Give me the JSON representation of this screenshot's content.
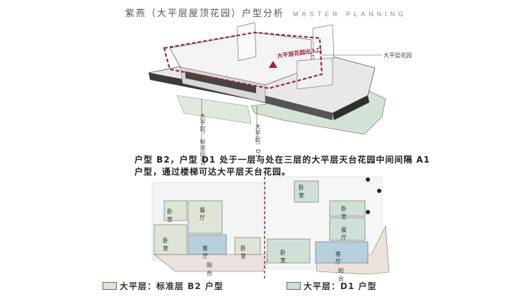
{
  "title": {
    "cn": "紫燕（大平层屋顶花园）户型分析",
    "en": "MASTER PLANNING"
  },
  "axon": {
    "roof_garden_callout": "大平层花园",
    "roof_label": "大平层花园出入口",
    "left_callout": "大平层，标准层B2",
    "right_callout": "大平层，D1"
  },
  "description": "户型 B2，户型 D1 处于一层与处在三层的大平层天台花园中间间隔 A1 户型，通过楼梯可达大平层天台花园。",
  "plan": {
    "rooms_left": [
      "卧室",
      "餐厅",
      "卧室",
      "客厅",
      "卧室",
      "阳台"
    ],
    "rooms_right": [
      "卧室",
      "卧室",
      "餐厅",
      "卧室",
      "客厅",
      "阳台"
    ]
  },
  "legend": {
    "b2": "大平层：标准层 B2 户型",
    "d1": "大平层：D1 户型"
  },
  "colors": {
    "accent": "#a0243c",
    "b2_fill": "#dfe5d6",
    "d1_fill": "#cfe0d8",
    "living_fill": "#b8cfdc",
    "balcony_fill": "#ece2dc"
  }
}
